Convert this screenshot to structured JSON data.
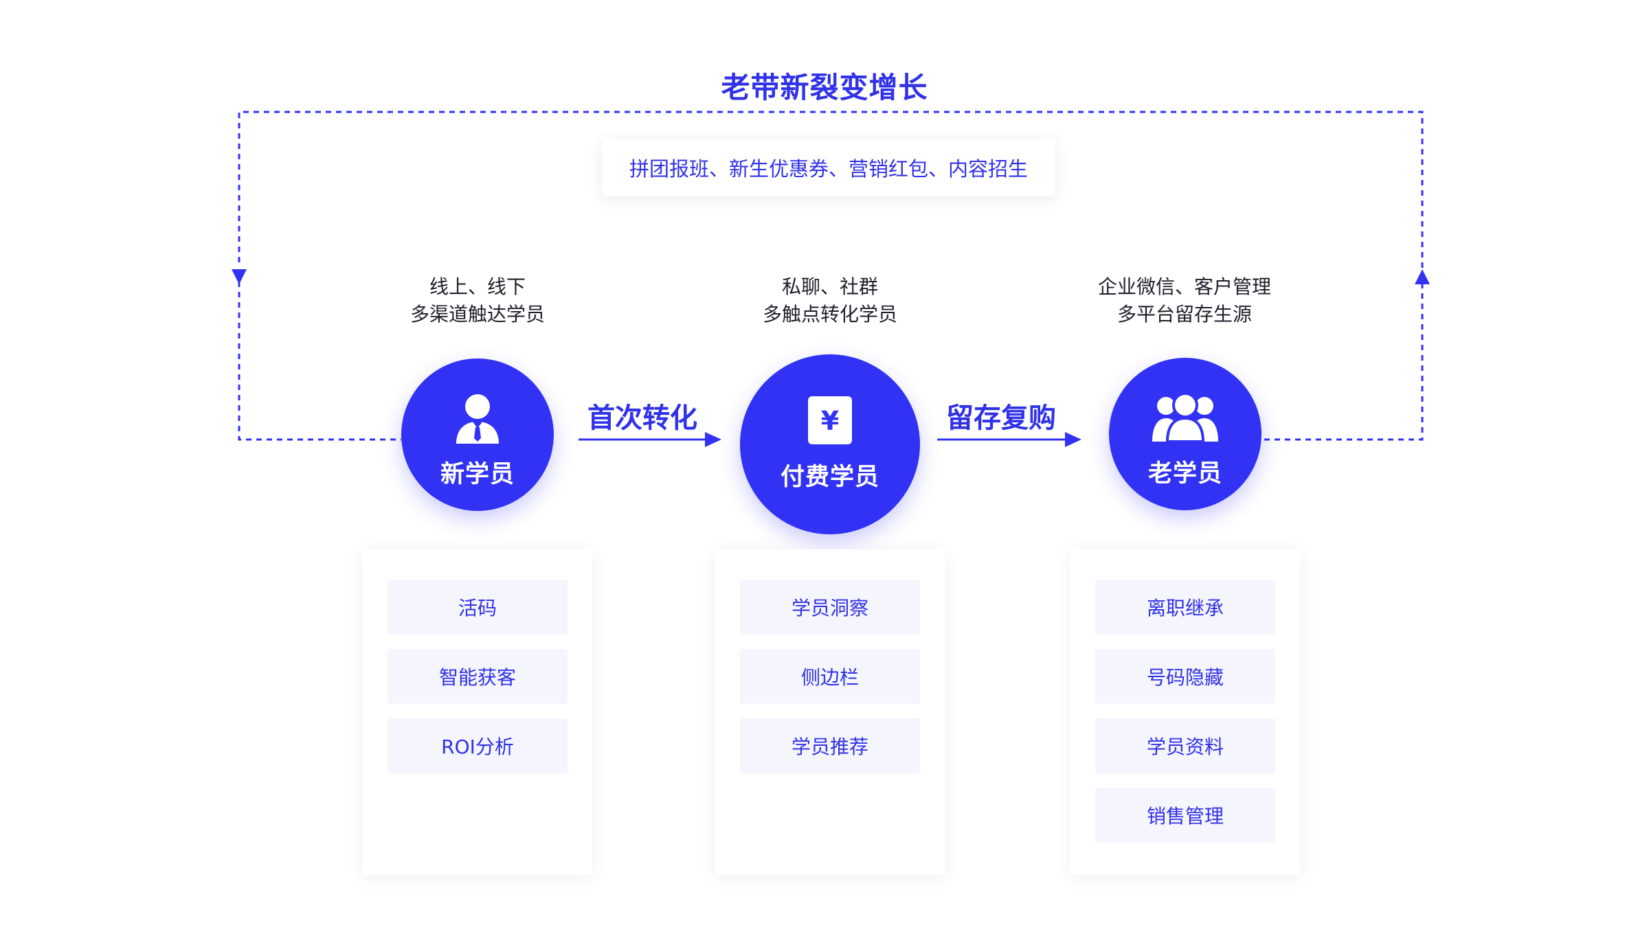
{
  "title": "老带新裂变增长",
  "tactics": "拼团报班、新生优惠券、营销红包、内容招生",
  "colors": {
    "primary": "#3232f5",
    "text": "#1f1f2a",
    "pill_bg": "#f4f5fd"
  },
  "stages": [
    {
      "name": "新学员",
      "icon": "user-icon",
      "desc_line1": "线上、线下",
      "desc_line2": "多渠道触达学员",
      "features": [
        "活码",
        "智能获客",
        "ROI分析"
      ]
    },
    {
      "name": "付费学员",
      "icon": "yuan-icon",
      "desc_line1": "私聊、社群",
      "desc_line2": "多触点转化学员",
      "features": [
        "学员洞察",
        "侧边栏",
        "学员推荐"
      ]
    },
    {
      "name": "老学员",
      "icon": "group-icon",
      "desc_line1": "企业微信、客户管理",
      "desc_line2": "多平台留存生源",
      "features": [
        "离职继承",
        "号码隐藏",
        "学员资料",
        "销售管理"
      ]
    }
  ],
  "transitions": [
    "首次转化",
    "留存复购"
  ]
}
